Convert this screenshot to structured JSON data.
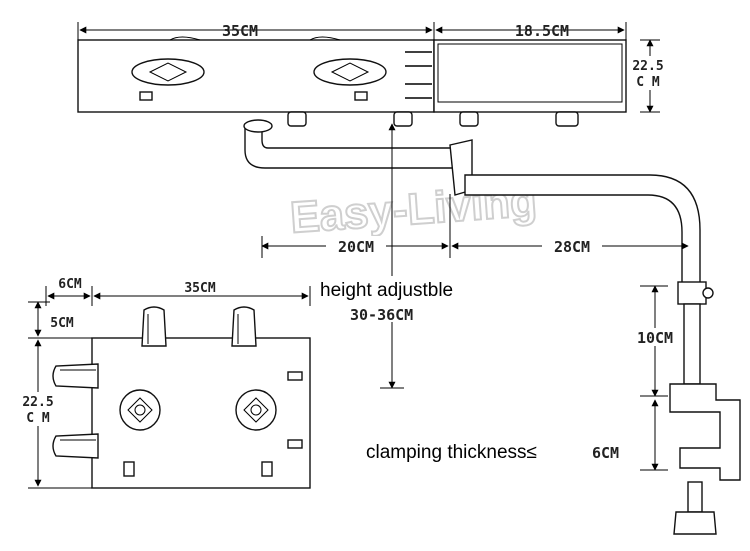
{
  "top_view": {
    "width_left": "35CM",
    "width_right": "18.5CM",
    "height_right_line1": "22.5",
    "height_right_line2": "C  M"
  },
  "arm": {
    "span_left": "20CM",
    "span_right": "28CM",
    "height_label": "height adjustble",
    "height_range": "30-36CM",
    "pole_length": "10CM",
    "clamp_label": "clamping thickness≤",
    "clamp_value": "6CM"
  },
  "tray_view": {
    "offset": "6CM",
    "width": "35CM",
    "top_margin": "5CM",
    "depth_line1": "22.5",
    "depth_line2": "C  M"
  },
  "watermark": "Easy-Living"
}
